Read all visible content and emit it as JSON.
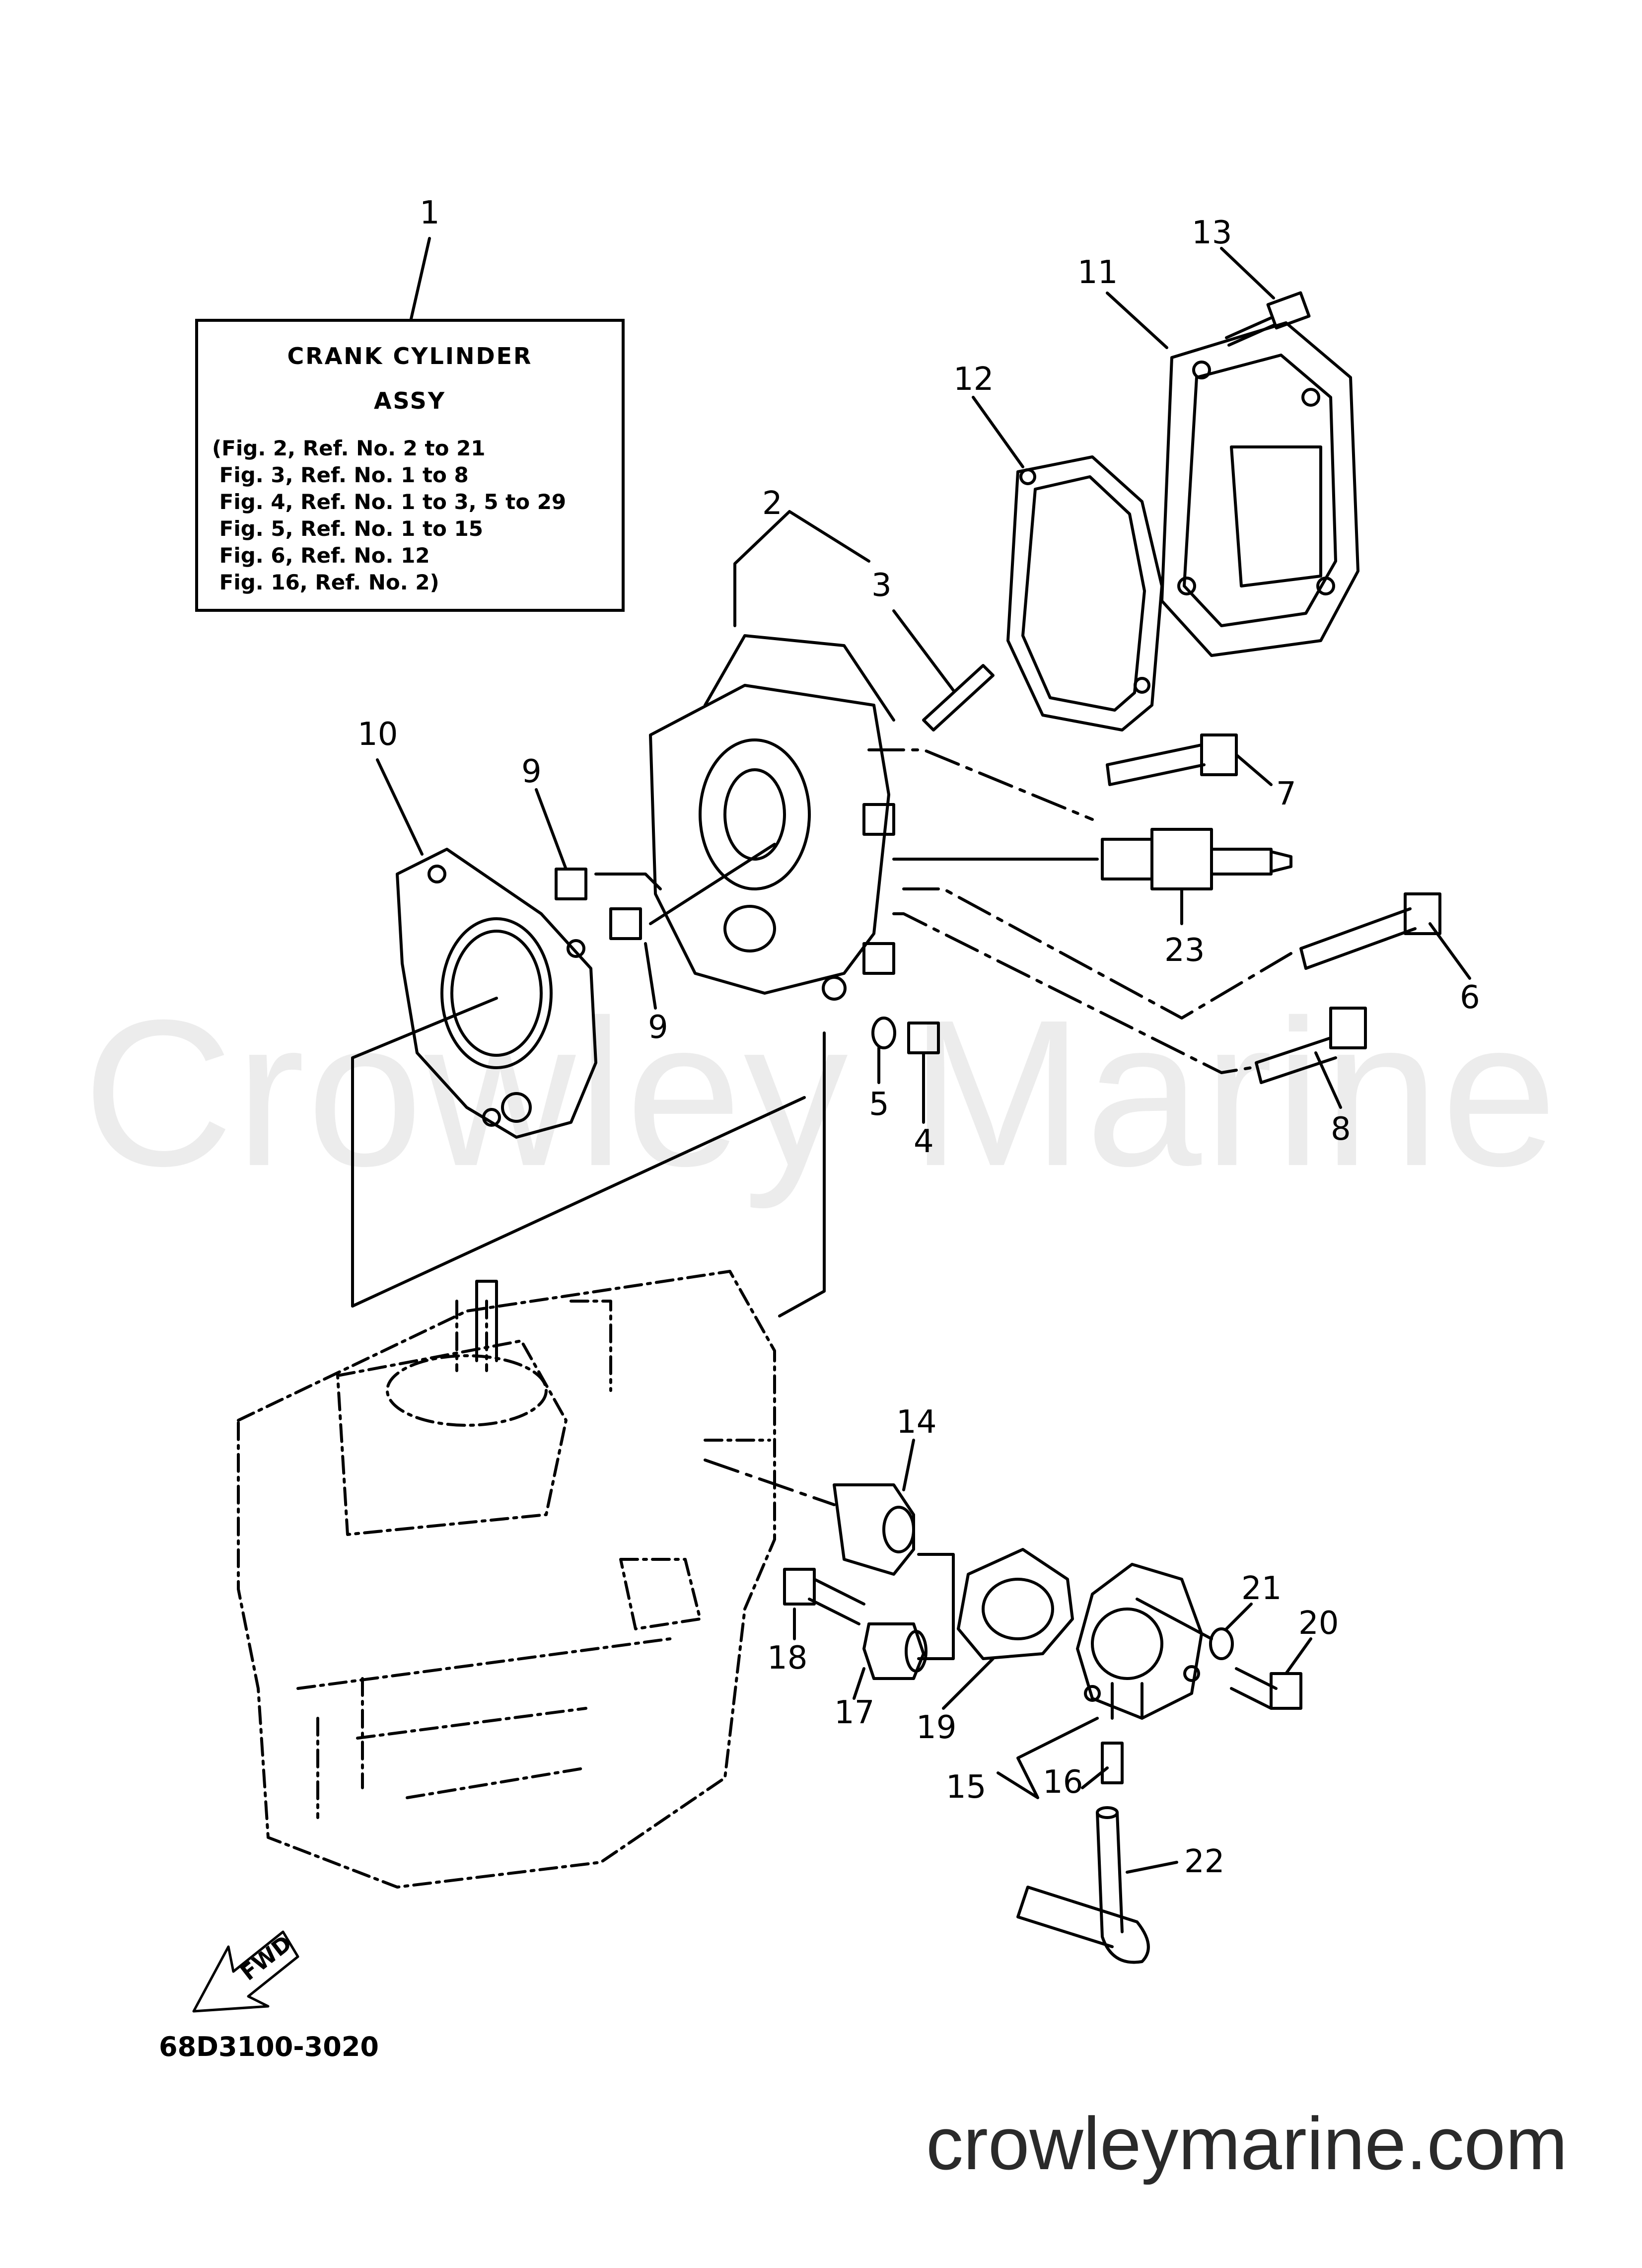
{
  "watermark": "Crowley Marine",
  "site": "crowleymarine.com",
  "diagram_code": "68D3100-3020",
  "fwd_label": "FWD",
  "assy_box": {
    "title_line1": "CRANK CYLINDER",
    "title_line2": "ASSY",
    "refs": [
      "(Fig. 2, Ref. No. 2 to 21",
      " Fig. 3, Ref. No. 1 to 8",
      " Fig. 4, Ref. No. 1 to 3, 5 to 29",
      " Fig. 5, Ref. No. 1 to 15",
      " Fig. 6, Ref. No. 12",
      " Fig. 16, Ref. No. 2)"
    ]
  },
  "callouts": [
    "1",
    "2",
    "3",
    "4",
    "5",
    "6",
    "7",
    "8",
    "9",
    "9",
    "10",
    "11",
    "12",
    "13",
    "14",
    "15",
    "16",
    "17",
    "18",
    "19",
    "20",
    "21",
    "22",
    "23"
  ]
}
